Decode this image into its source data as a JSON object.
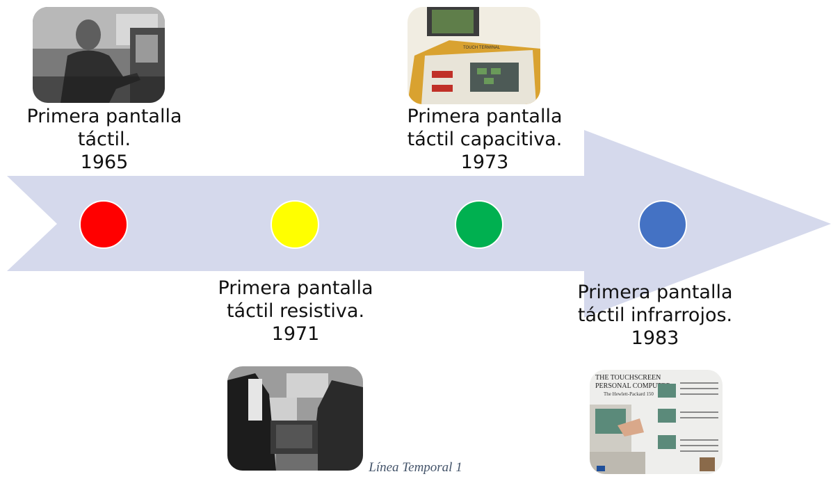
{
  "colors": {
    "arrow": "#d5d9ec",
    "ev1": "#ff0000",
    "ev2": "#ffff00",
    "ev3": "#00b050",
    "ev4": "#4472c4"
  },
  "events": [
    {
      "line1": "Primera pantalla",
      "line2": "táctil.",
      "year": "1965",
      "image": "photo-man-at-terminal"
    },
    {
      "line1": "Primera pantalla",
      "line2": "táctil resistiva.",
      "year": "1971",
      "image": "photo-two-men-holding-panel"
    },
    {
      "line1": "Primera pantalla",
      "line2": "táctil capacitiva.",
      "year": "1973",
      "image": "photo-touch-terminal"
    },
    {
      "line1": "Primera pantalla",
      "line2": "táctil infrarrojos.",
      "year": "1983",
      "image": "photo-hp-150-advertisement"
    }
  ],
  "photo_texts": {
    "touch_terminal": "TOUCH TERMINAL",
    "hp_ad_line1": "THE TOUCHSCREEN",
    "hp_ad_line2": "PERSONAL COMPUTER",
    "hp_ad_line3": "The Hewlett-Packard 150"
  },
  "caption": "Línea Temporal 1"
}
